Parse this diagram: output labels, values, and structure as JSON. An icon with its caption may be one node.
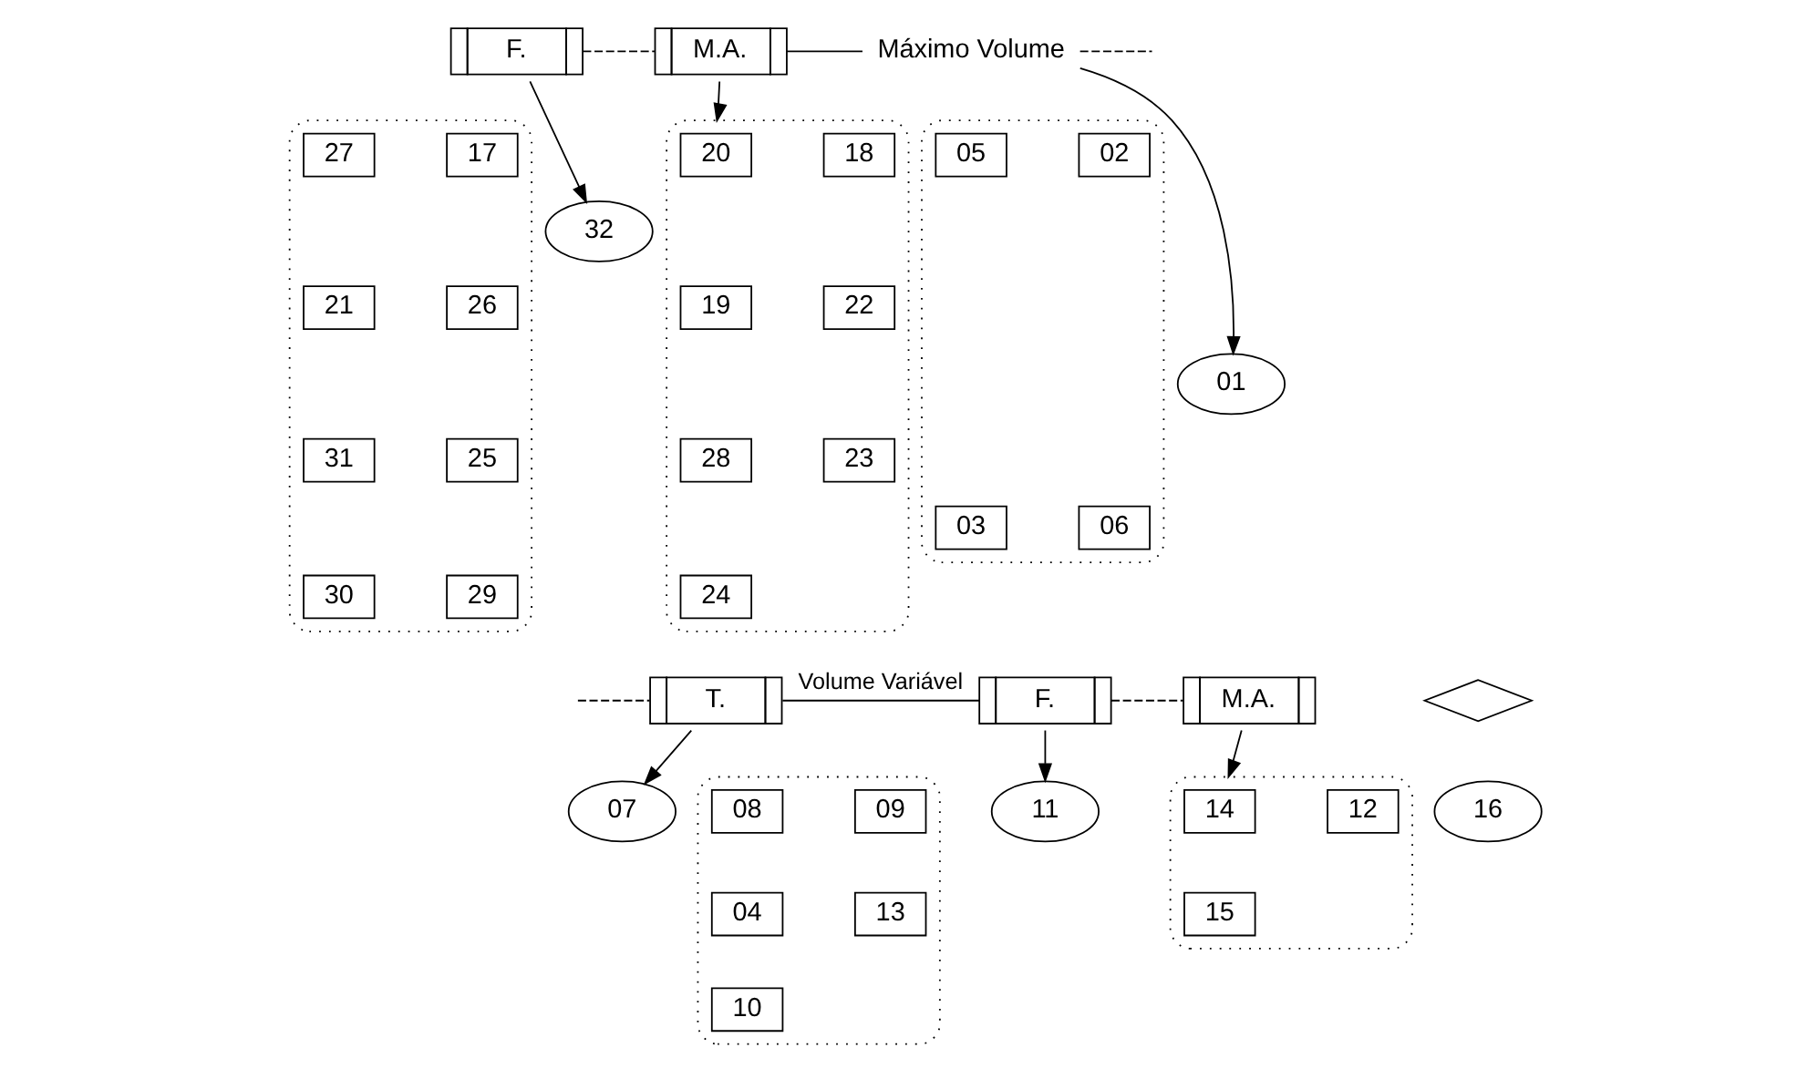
{
  "diagram": {
    "nodes": [
      {
        "text": [
          "F."
        ]
      },
      {
        "text": [
          "M.A."
        ]
      },
      {
        "text": [
          "Máximo Volume"
        ]
      },
      {
        "text": [],
        "shape": "box"
      },
      {
        "text": [
          "27"
        ],
        "in": 3
      },
      {
        "text": [
          "17"
        ],
        "in": 3
      },
      {
        "text": [
          "21"
        ],
        "in": 3
      },
      {
        "text": [
          "26"
        ],
        "in": 3
      },
      {
        "text": [
          "31"
        ],
        "in": 3
      },
      {
        "text": [
          "25"
        ],
        "in": 3
      },
      {
        "text": [
          "30"
        ],
        "in": 3
      },
      {
        "text": [
          "29"
        ],
        "in": 3
      },
      {
        "text": [
          "32"
        ]
      },
      {
        "text": [],
        "shape": "box"
      },
      {
        "text": [
          "20"
        ],
        "in": 13
      },
      {
        "text": [
          "18"
        ],
        "in": 13
      },
      {
        "text": [
          "19"
        ],
        "in": 13
      },
      {
        "text": [
          "22"
        ],
        "in": 13
      },
      {
        "text": [
          "28"
        ],
        "in": 13
      },
      {
        "text": [
          "23"
        ],
        "in": 13
      },
      {
        "text": [
          "24"
        ],
        "in": 13
      },
      {
        "text": [
          "01"
        ]
      },
      {
        "text": [],
        "shape": "box"
      },
      {
        "text": [
          "05"
        ],
        "in": 22
      },
      {
        "text": [
          "02"
        ],
        "in": 22
      },
      {
        "text": [
          "03"
        ],
        "in": 22
      },
      {
        "text": [
          "06"
        ],
        "in": 22
      },
      {
        "text": [
          "T."
        ]
      },
      {
        "text": [
          "F."
        ]
      },
      {
        "text": [
          "M.A."
        ]
      },
      {
        "text": [],
        "shape": "diamond"
      },
      {
        "text": [
          "07"
        ]
      },
      {
        "text": [],
        "shape": "box"
      },
      {
        "text": [
          "08"
        ],
        "in": 32
      },
      {
        "text": [
          "09"
        ],
        "in": 32
      },
      {
        "text": [
          "04"
        ],
        "in": 32
      },
      {
        "text": [
          "13"
        ],
        "in": 32
      },
      {
        "text": [
          "10"
        ],
        "in": 32
      },
      {
        "text": [
          "11"
        ]
      },
      {
        "text": [],
        "shape": "box"
      },
      {
        "text": [
          "14"
        ],
        "in": 39
      },
      {
        "text": [
          "12"
        ],
        "in": 39
      },
      {
        "text": [
          "15"
        ],
        "in": 39
      },
      {
        "text": [
          "16"
        ]
      }
    ],
    "edges": [
      {
        "from": 0,
        "to": 1,
        "arrow": "none",
        "style": "dashed"
      },
      {
        "from": 1,
        "to": 2,
        "arrow": "none"
      },
      {
        "from": 2,
        "to": null,
        "arrow": "none",
        "style": "dashed"
      },
      {
        "from": 0,
        "to": 12,
        "arrow": "to"
      },
      {
        "from": 1,
        "to": 13,
        "arrow": "to"
      },
      {
        "from": 2,
        "to": 21,
        "arrow": "to"
      },
      {
        "from": null,
        "to": 27,
        "arrow": "none",
        "style": "dashed"
      },
      {
        "from": 27,
        "to": 28,
        "arrow": "none",
        "label": "Volume Variável"
      },
      {
        "from": 28,
        "to": 29,
        "arrow": "none",
        "style": "dashed"
      },
      {
        "from": 27,
        "to": 31,
        "arrow": "to"
      },
      {
        "from": 28,
        "to": 38,
        "arrow": "to"
      },
      {
        "from": 29,
        "to": 39,
        "arrow": "to"
      }
    ]
  }
}
